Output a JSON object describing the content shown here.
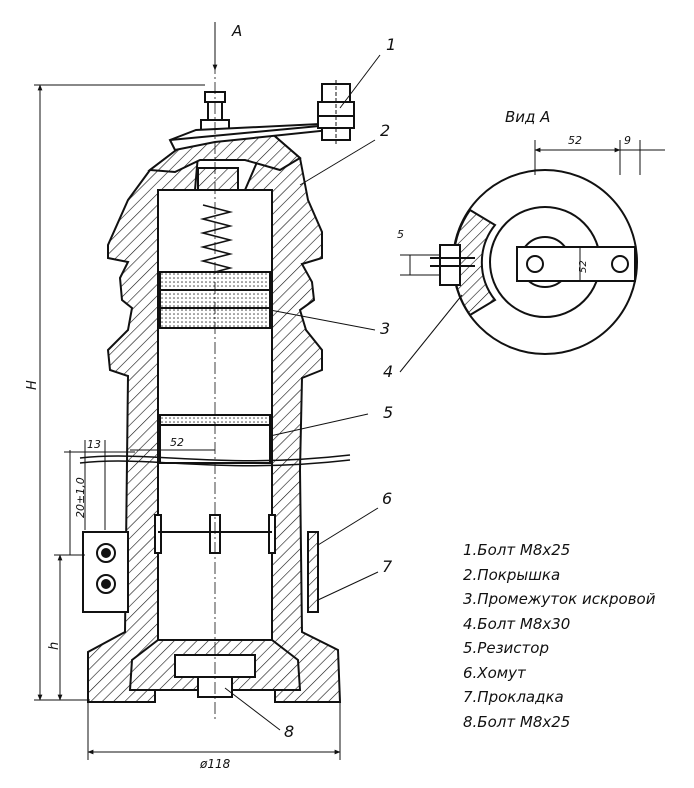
{
  "view": {
    "arrow_label": "A",
    "title": "Вид А",
    "dim_top_left": "52",
    "dim_top_right": "9",
    "dim_side": "5",
    "dim_bracket": "52"
  },
  "dims": {
    "height_label": "H",
    "h_label": "h",
    "dim_13": "13",
    "dim_52": "52",
    "dim_20": "20±1,0",
    "dim_diameter": "ø118"
  },
  "callouts": [
    "1",
    "2",
    "3",
    "4",
    "5",
    "6",
    "7",
    "8"
  ],
  "legend": [
    "1.Болт М8х25",
    "2.Покрышка",
    "3.Промежуток искровой",
    "4.Болт М8х30",
    "5.Резистор",
    "6.Хомут",
    "7.Прокладка",
    "8.Болт М8х25"
  ],
  "colors": {
    "ink": "#111111",
    "paper": "#ffffff"
  }
}
